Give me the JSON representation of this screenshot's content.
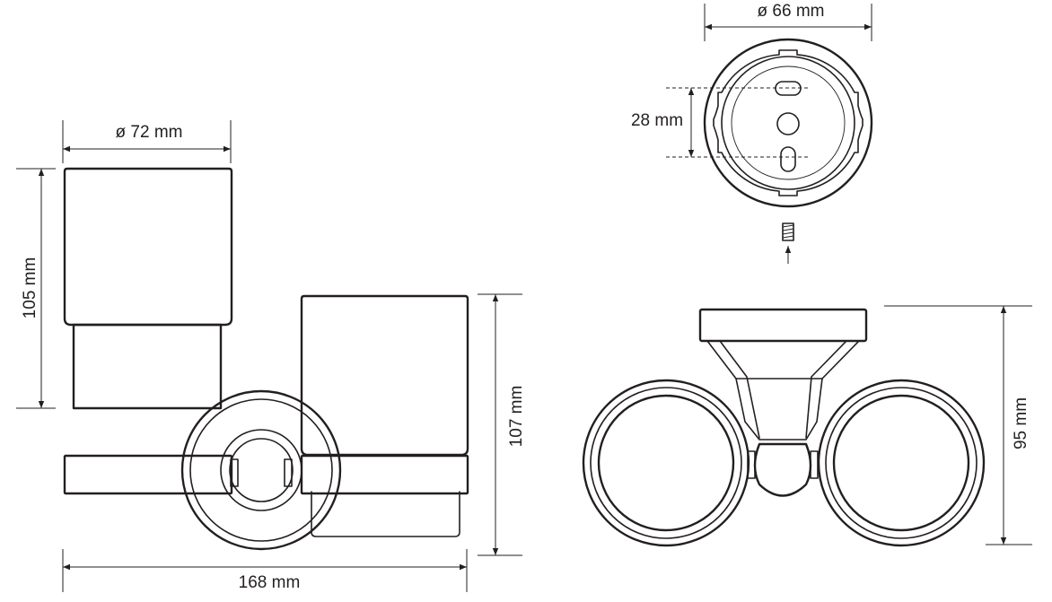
{
  "dimensions": {
    "cup_diameter": "ø 72 mm",
    "cup_height": "105 mm",
    "total_height": "107 mm",
    "total_width": "168 mm",
    "plate_diameter": "ø 66 mm",
    "hole_spacing": "28 mm",
    "depth": "95 mm"
  },
  "colors": {
    "line": "#231f20",
    "background": "#ffffff"
  }
}
